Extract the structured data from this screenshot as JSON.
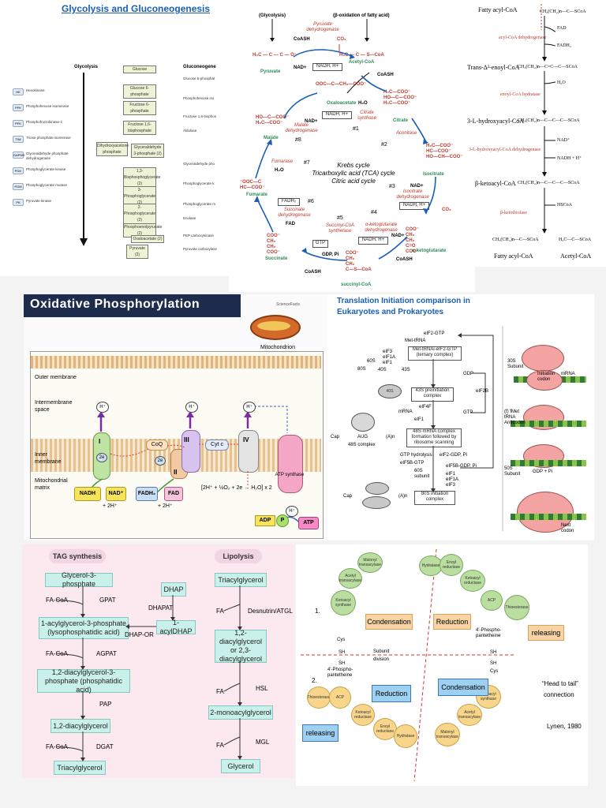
{
  "glyco": {
    "title": "Glycolysis and Gluconeogenesis",
    "col_left": "Glycolysis",
    "col_right": "Gluconeogene",
    "enzymes": [
      {
        "abbr": "HK",
        "name": "Hexokinase"
      },
      {
        "abbr": "PFK",
        "name": "Phosphohexose isomerase"
      },
      {
        "abbr": "PFK",
        "name": "Phosphofructokinase-1"
      },
      {
        "abbr": "TIM",
        "name": "Triose phosphate isomerase"
      },
      {
        "abbr": "GAPDH",
        "name": "Glyceraldehyde phosphate dehydrogenase"
      },
      {
        "abbr": "PGK",
        "name": "Phosphoglycerate kinase"
      },
      {
        "abbr": "PGM",
        "name": "Phosphoglycerate mutase"
      },
      {
        "abbr": "PK",
        "name": "Pyruvate kinase"
      }
    ],
    "metabolites": [
      "Glucose",
      "Glucose 6-phosphate",
      "Fructose 6-phosphate",
      "Fructose 1,6-bisphosphate",
      "Dihydroxyacetone phosphate",
      "Glyceraldehyde 3-phosphate (2)",
      "1,3-Bisphosphoglycerate (2)",
      "3-Phosphoglycerate (2)",
      "2-Phosphoglycerate (2)",
      "Phosphoenolpyruvate (2)",
      "Oxaloacetate (2)",
      "Pyruvate (2)"
    ],
    "right_enzymes": [
      "Glucose 6-phosphat",
      "Phosphohexose iso",
      "Fructose 1,6-bisphos",
      "Aldolase",
      "Glyceraldehyde pho",
      "Phosphoglycerate k",
      "Phosphoglycerate m",
      "Enolase",
      "PEP carboxykinase",
      "Pyruvate carboxylase"
    ]
  },
  "krebs": {
    "glycolysis": "(Glycolysis)",
    "beta_ox": "(β-oxidation of fatty acid)",
    "pdh": "Pyruvate dehydrogenase",
    "coash": "CoASH",
    "co2": "CO₂",
    "pyruvate": "Pyruvate",
    "acetylcoa": "Acetyl-CoA",
    "nadh_h": "NADH, H+",
    "nad": "NAD+",
    "oxaloacetate": "Oxaloacetate",
    "citrate_synthase": "Citrate synthase",
    "citrate": "Citrate",
    "aconitase": "Aconitase",
    "malate": "Malate",
    "malate_dh": "Malate dehydrogenase",
    "isocitrate": "Isocitrate",
    "isocitrate_dh": "Isocitrate dehydrogenase",
    "center1": "Krebs cycle",
    "center2": "Tricarboxylic acid (TCA) cycle",
    "center3": "Citric acid cycle",
    "fumarase": "Fumarase",
    "fumarate": "Fumarate",
    "fadh2": "FADH₂",
    "fad": "FAD",
    "succ_dh": "Succinate dehydrogenase",
    "succinate": "Succinate",
    "succ_coa_syn": "Succinyl-CoA synthetase",
    "akg_dh": "α-ketoglutarate dehydrogenase",
    "akg": "α-ketoglutarate",
    "succinylcoa": "succinyl-CoA",
    "gtp": "GTP",
    "gdp": "GDP, Pi",
    "h2o": "H₂O",
    "steps": [
      "#1",
      "#2",
      "#3",
      "#4",
      "#5",
      "#6",
      "#7",
      "#8"
    ]
  },
  "betaox": {
    "fatty_acyl": "Fatty acyl-CoA",
    "acyl_dh": "acyl-CoA dehydrogenase",
    "fad": "FAD",
    "fadh2": "FADH₂",
    "trans": "Trans-Δ²-enoyl-CoA",
    "h2o": "H₂O",
    "hydratase": "enoyl-CoA hydratase",
    "hydroxy": "3-L-hydroxyacyl-CoA",
    "hydroxy_dh": "3-L-hydroxyacyl-CoA dehydrogenase",
    "nad": "NAD⁺",
    "nadh": "NADH + H⁺",
    "ketoacyl": "β-ketoacyl-CoA",
    "hscoa": "HSCoA",
    "thiolase": "β-ketothiolase",
    "product1": "Fatty acyl-CoA",
    "product2": "Acetyl-CoA",
    "formulas": [
      "CH₃(CH₂)n—C—SCoA",
      "CH₃(CH₂)n—C=C—C—SCoA",
      "CH₃(CH₂)n—C—C—C—SCoA",
      "CH₃(CH₂)n—C—C—C—SCoA",
      "CH₃(CH₂)n—C—SCoA",
      "H₃C—C—SCoA"
    ]
  },
  "oxphos": {
    "title": "Oxidative Phosphorylation",
    "brand": "ScienceFacts",
    "mito": "Mitochondrion",
    "outer": "Outer membrane",
    "ims1": "Intermembrane",
    "ims2": "space",
    "inner1": "Inner",
    "inner2": "membrane",
    "matrix1": "Mitochondrial",
    "matrix2": "matrix",
    "h": "H⁺",
    "c1": "I",
    "c2": "II",
    "c3": "III",
    "c4": "IV",
    "coq": "CoQ",
    "cytc": "Cyt c",
    "e2": "2e",
    "nadh": "NADH",
    "nad": "NAD⁺",
    "plus2h": "+ 2H⁺",
    "fadh2": "FADH₂",
    "fad": "FAD",
    "water": "[2H⁺ + ½O₂ + 2e → H₂O] x 2",
    "atp_synthase": "ATP synthase",
    "adp": "ADP",
    "p": "P",
    "atp": "ATP"
  },
  "transl": {
    "title1": "Translation Initiation comparison in",
    "title2": "Eukaryotes and Prokaryotes",
    "met_trna": "Met-tRNA",
    "eif2gtp": "eIF2-GTP",
    "ternary": "Met-tRNAi-eIF2-GTP (ternary complex)",
    "eifs": "eIF3\neIF1A\neIF1",
    "s80": "80S",
    "s60": "60S",
    "s40": "40S",
    "s43": "43S",
    "preinit": "43S preinitiation complex",
    "mrna": "mRNA",
    "eif4f": "eIF4F",
    "eif1": "eIF1",
    "complex48": "48S mRNA complex formation followed by ribosome scanning",
    "cap": "Cap",
    "aug": "AUG",
    "an": "(A)n",
    "s48": "48S complex",
    "gtp_hyd": "GTP hydrolysis",
    "eif5b": "eIF5B-GTP",
    "s60sub": "60S subunit",
    "eif2gdp": "eIF2-GDP, Pi",
    "eif5bgdp": "eIF5B-GDP, Pi",
    "eif_list": "eIF1\neIF1A\neIF3",
    "init80": "80S initiation complex",
    "gdp": "GDP",
    "gtp": "GTP",
    "eif2b": "eIF2B",
    "pro_labels": [
      "30S Subunit",
      "mRNA",
      "Initiation codon",
      "(f) fMet tRNA Anticodon",
      "50S Subunit",
      "GDP + Pi",
      "Next codon"
    ]
  },
  "tag": {
    "tag_title": "TAG synthesis",
    "lip_title": "Lipolysis",
    "g3p": "Glycerol-3-phosphate",
    "facoa1": "FA-CoA",
    "gpat": "GPAT",
    "lpa": "1-acylglycerol-3-phosphate (lysophosphatidic acid)",
    "dhap": "DHAP",
    "dhapat": "DHAPAT",
    "acyldhap": "1-acylDHAP",
    "dhapor": "DHAP-OR",
    "facoa2": "FA-CoA",
    "agpat": "AGPAT",
    "pa": "1,2-diacylglycerol-3-phosphate (phosphatidic acid)",
    "pap": "PAP",
    "dag": "1,2-diacylglycerol",
    "facoa3": "FA-CoA",
    "dgat": "DGAT",
    "tag": "Triacylglycerol",
    "tag2": "Triacylglycerol",
    "fa1": "FA",
    "atgl": "Desnutrin/ATGL",
    "dag2": "1,2-diacylglycerol or 2,3-diacylglycerol",
    "fa2": "FA",
    "hsl": "HSL",
    "mag": "2-monoacylglycerol",
    "fa3": "FA",
    "mgl": "MGL",
    "glycerol": "Glycerol"
  },
  "fas": {
    "condensation": "Condensation",
    "reduction": "Reduction",
    "releasing": "releasing",
    "condensation2": "Condensation",
    "reduction2": "Reduction",
    "releasing2": "releasing",
    "head_tail1": "“Head to tail”",
    "head_tail2": "connection",
    "lynen": "Lynen, 1980",
    "n1": "1.",
    "n2": "2.",
    "subunit": "Subunit",
    "division": "division",
    "cys": "Cys",
    "sh": "SH",
    "ppant": "4'-Phospho-pantetheine",
    "top_domains": [
      "Ketoacyl synthase",
      "Acetyl transacylase",
      "Malonyl transacylase",
      "Hydratase",
      "Enoyl reductase",
      "Ketoacyl reductase",
      "ACP",
      "Thioesterase"
    ],
    "bot_domains": [
      "Thioesterase",
      "ACP",
      "Ketoacyl reductase",
      "Enoyl reductase",
      "Hydratase",
      "Malonyl transacylase",
      "Acetyl transacylase",
      "Ketoacyl synthase"
    ]
  },
  "colors": {
    "accent_blue": "#1a5fb4",
    "tca_red": "#c0392b",
    "tag_teal": "#c9f0ea",
    "fas_green": "#b9dea0",
    "fas_yellow": "#f7d58a"
  }
}
